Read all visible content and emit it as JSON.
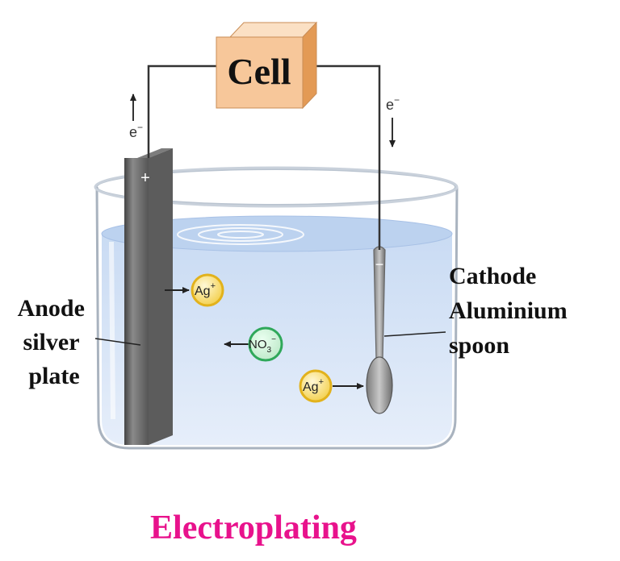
{
  "battery": {
    "label": "Cell"
  },
  "electron_flow": {
    "left_label": "e",
    "right_label": "e",
    "charge": "−"
  },
  "anode": {
    "sign": "+",
    "label_lines": [
      "Anode",
      "silver",
      "plate"
    ]
  },
  "cathode": {
    "sign": "−",
    "label_lines": [
      "Cathode",
      "Aluminium",
      "spoon"
    ]
  },
  "ions": {
    "silver_ion_top": {
      "symbol": "Ag",
      "charge": "+"
    },
    "nitrate_ion": {
      "symbol": "NO",
      "subscript": "3",
      "charge": "−"
    },
    "silver_ion_bottom": {
      "symbol": "Ag",
      "charge": "+"
    }
  },
  "caption": "Electroplating",
  "colors": {
    "caption": "#e8128c",
    "battery_front": "#f7c79a",
    "battery_side": "#e39a55",
    "solution": "#dbe6f7",
    "silver_ion": "#f2c52b",
    "nitrate_ion": "#2fa85a"
  }
}
